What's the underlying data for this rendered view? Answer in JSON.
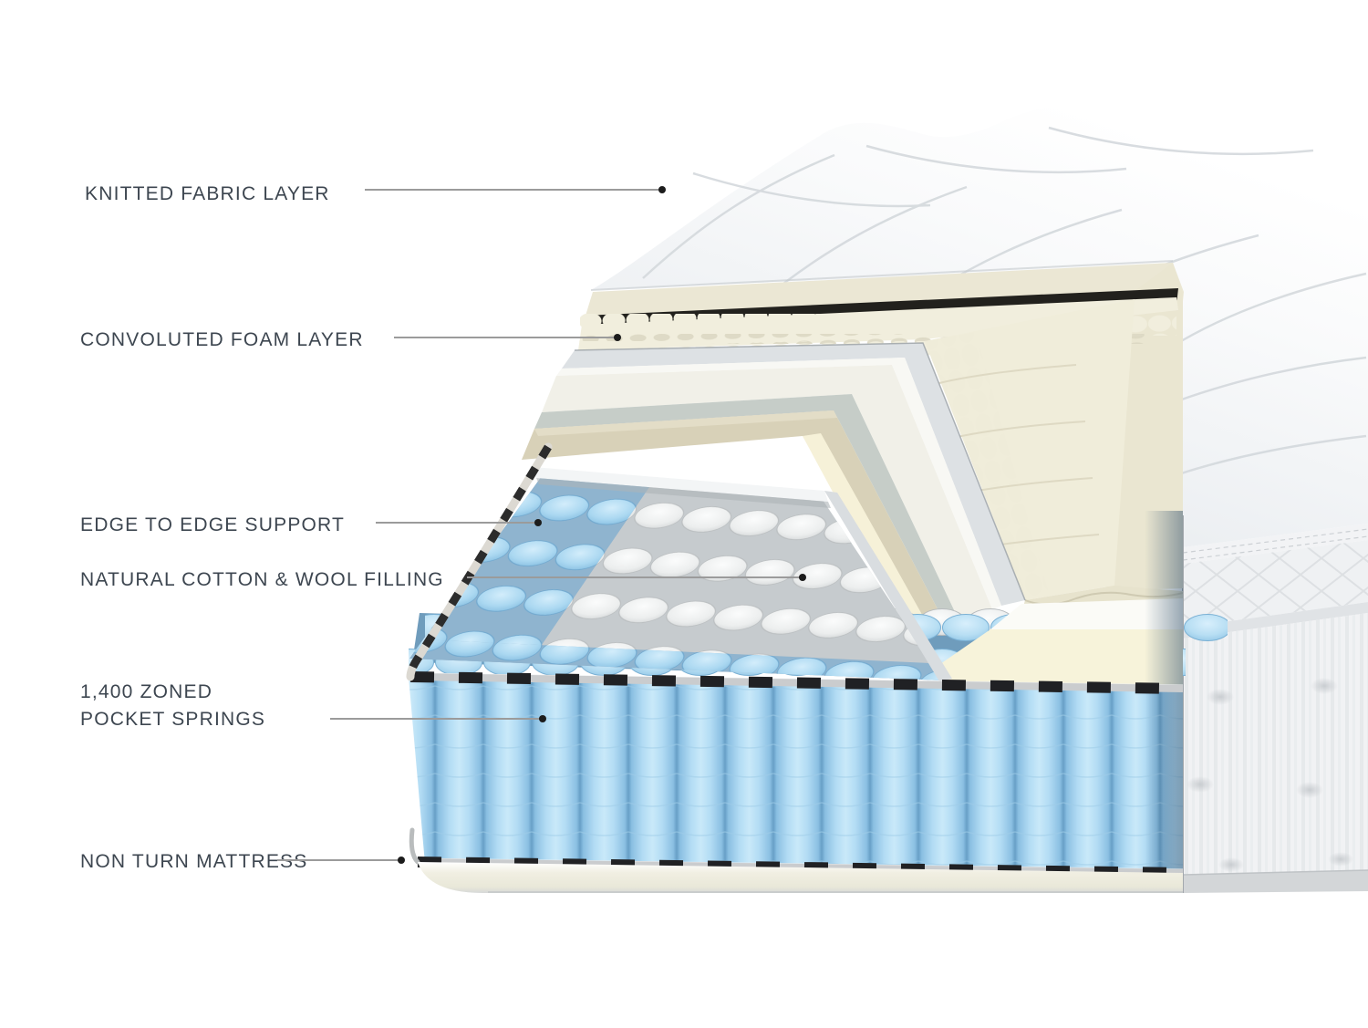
{
  "diagram": {
    "labels": [
      {
        "text": "KNITTED FABRIC LAYER"
      },
      {
        "text": "CONVOLUTED FOAM LAYER"
      },
      {
        "text": "EDGE TO EDGE SUPPORT"
      },
      {
        "text": "NATURAL COTTON & WOOL FILLING"
      },
      {
        "text": "1,400 ZONED\nPOCKET SPRINGS"
      },
      {
        "text": "NON TURN MATTRESS"
      }
    ],
    "colors": {
      "label_text": "#3d4650",
      "leader_line": "#9b9b9b",
      "leader_dot": "#1c1c1c",
      "spring_blue": "#9fd0ec",
      "spring_white": "#eef0f0",
      "foam_cream": "#f1eedd",
      "base_cream": "#f7f3da",
      "fabric_white": "#f5f6f8"
    }
  }
}
